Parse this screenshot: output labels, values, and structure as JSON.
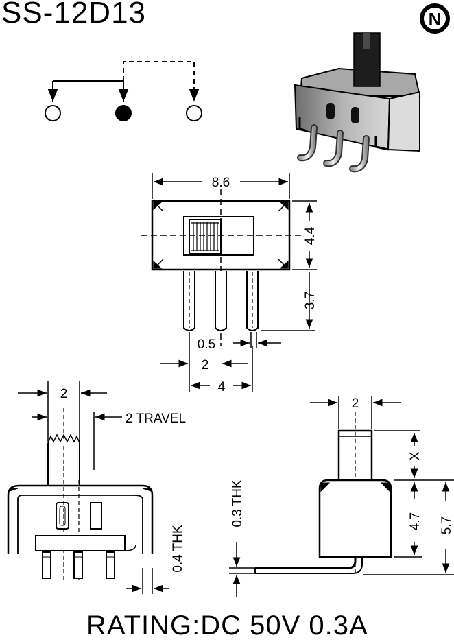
{
  "title": "SS-12D13",
  "logo_letter": "N",
  "rating": "RATING:DC 50V 0.3A",
  "top_view": {
    "width": "8.6",
    "height": "4.4",
    "pin_length": "3.7",
    "pin_width": "0.5",
    "pin_pitch": "2",
    "pin_span": "4"
  },
  "front_view": {
    "actuator_width": "2",
    "travel": "2 TRAVEL",
    "thickness": "0.4 THK"
  },
  "side_view": {
    "actuator_width": "2",
    "actuator_x": "X",
    "body_height": "4.7",
    "total_height": "5.7",
    "pin_thickness": "0.3 THK"
  },
  "colors": {
    "ink": "#000000",
    "paper": "#ffffff",
    "body_gray": "#8a8a8a"
  }
}
